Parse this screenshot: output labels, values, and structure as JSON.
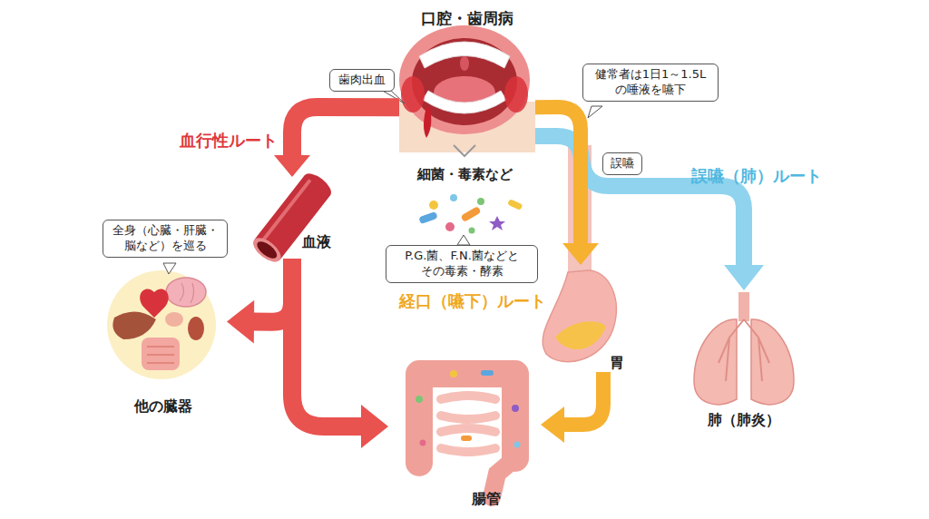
{
  "diagram": {
    "nodes": [
      {
        "text": [
          "口腔・歯周病"
        ]
      },
      {
        "text": [
          "血液"
        ]
      },
      {
        "text": [
          "他の臓器"
        ]
      },
      {
        "text": [
          "腸管"
        ]
      },
      {
        "text": [
          "胃"
        ]
      },
      {
        "text": [
          "肺（肺炎）"
        ]
      }
    ],
    "edges": [
      {
        "from": 0,
        "to": 1,
        "arrow": "to",
        "label": "血行性ルート"
      },
      {
        "from": 1,
        "to": 2,
        "arrow": "to"
      },
      {
        "from": 1,
        "to": 3,
        "arrow": "to"
      },
      {
        "from": 0,
        "to": 4,
        "arrow": "to",
        "label": "経口（嚥下）ルート"
      },
      {
        "from": 4,
        "to": 3,
        "arrow": "to"
      },
      {
        "from": 0,
        "to": 5,
        "arrow": "to",
        "label": "誤嚥（肺）ルート"
      }
    ],
    "labels": [
      "歯肉出血",
      "健常者は1日1～1.5L の唾液を嚥下",
      "誤嚥",
      "細菌・毒素など",
      "P.G.菌、F.N.菌などと その毒素・酵素",
      "全身（心臓・肝臓・ 脳など）を巡る"
    ]
  }
}
